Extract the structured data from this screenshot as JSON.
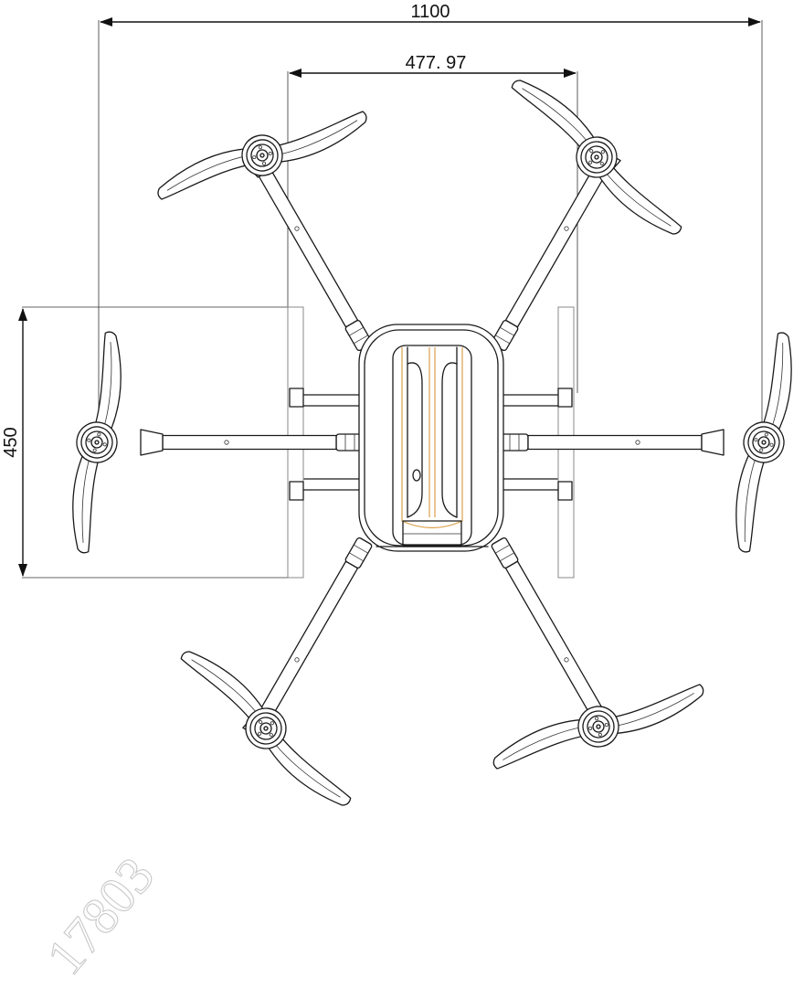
{
  "dimensions": {
    "overall_width": "1100",
    "motor_spacing": "477. 97",
    "leg_spacing": "450"
  },
  "watermark": "17803",
  "colors": {
    "line": "#1a1a1a",
    "accent": "#d9a04b",
    "watermark": "#c9c9c9"
  }
}
